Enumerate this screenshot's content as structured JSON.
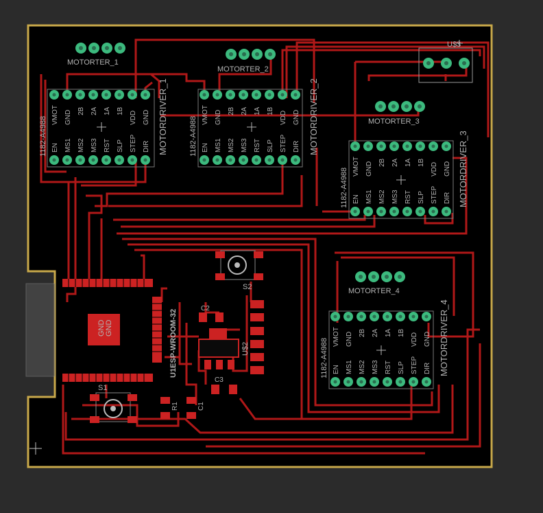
{
  "colors": {
    "background": "#2b2b2b",
    "board_fill": "#000000",
    "board_outline": "#c8a84a",
    "trace": "#b01818",
    "pad": "#cc2222",
    "via_ring": "#3cba7e",
    "via_hole": "#2a6d4f",
    "silk_text": "#b4b4b4"
  },
  "driver_pins_top": [
    "VMOT",
    "GND",
    "2B",
    "2A",
    "1A",
    "1B",
    "VDD",
    "GND"
  ],
  "driver_pins_bottom": [
    "EN",
    "MS1",
    "MS2",
    "MS3",
    "RST",
    "SLP",
    "STEP",
    "DIR"
  ],
  "driver_part": "1182-A4988",
  "drivers": [
    {
      "id": "MOTORDRIVER_1",
      "connector": "MOTORTER_1"
    },
    {
      "id": "MOTORDRIVER_2",
      "connector": "MOTORTER_2"
    },
    {
      "id": "MOTORDRIVER_3",
      "connector": "MOTORTER_3"
    },
    {
      "id": "MOTORDRIVER_4",
      "connector": "MOTORTER_4"
    }
  ],
  "power_header": "U$3",
  "mcu": {
    "name": "U1ESP-WROOM-32",
    "gnd_labels": [
      "GND",
      "GND"
    ]
  },
  "regulator": "U$2",
  "switches": [
    "S1",
    "S2"
  ],
  "passives": {
    "c2": "C2",
    "c3": "C3",
    "r1": "R1",
    "c1": "C1"
  }
}
